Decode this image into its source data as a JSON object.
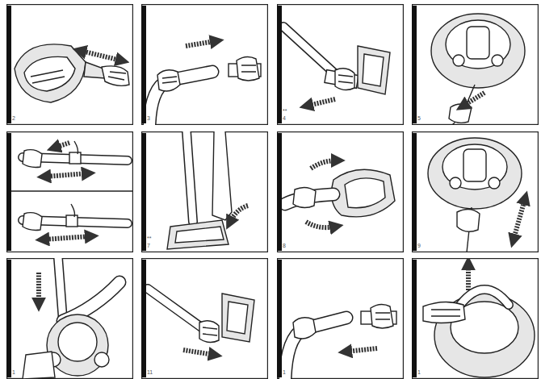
{
  "diagram": {
    "labels": [
      "2",
      "3",
      "**",
      "4",
      "5",
      "**",
      "7",
      "8",
      "9",
      "1",
      "11",
      "1",
      "1"
    ]
  }
}
